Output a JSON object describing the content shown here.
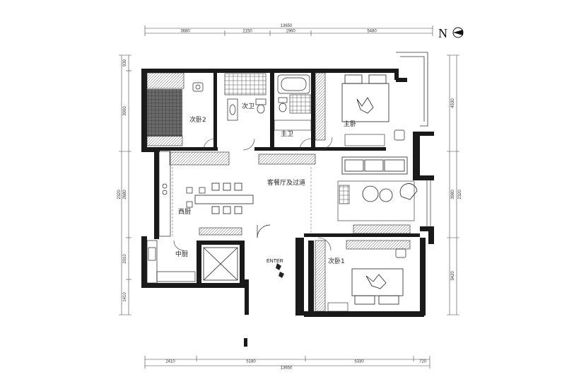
{
  "compass": {
    "label": "N",
    "icon": "north-arrow-icon"
  },
  "rooms": {
    "bedroom2": "次卧2",
    "second_bath": "次卫",
    "master_bath": "主卫",
    "master_bedroom": "主卧",
    "living_dining": "客餐厅及过道",
    "western_kitchen": "西厨",
    "chinese_kitchen": "中厨",
    "bedroom1": "次卧1",
    "entrance": "ENTER"
  },
  "dimensions": {
    "top_total": "13650",
    "top_segments": [
      "3680",
      "2150",
      "1960",
      "5480"
    ],
    "bottom_total": "13650",
    "bottom_segments": [
      "2410",
      "5180",
      "5330",
      "720"
    ],
    "left_segments": [
      "930",
      "3000",
      "2320",
      "2680",
      "2010",
      "1410"
    ],
    "right_segments": [
      "4530",
      "2320",
      "3980",
      "3420"
    ]
  },
  "colors": {
    "wall": "#1a1a1a",
    "line": "#333333",
    "background": "#ffffff"
  }
}
